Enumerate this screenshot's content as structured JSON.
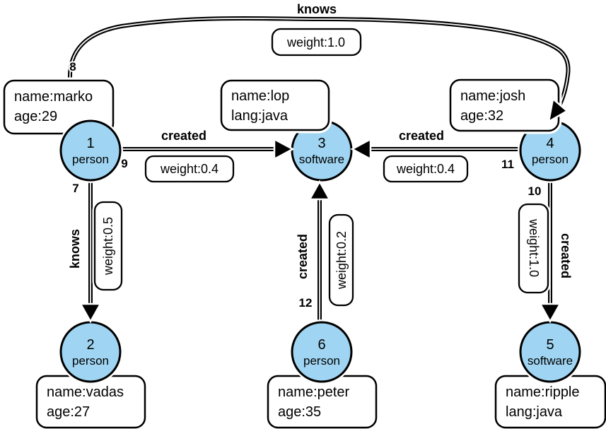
{
  "diagram": {
    "type": "property-graph",
    "nodes": [
      {
        "id": "1",
        "label": "person",
        "properties": [
          "name:marko",
          "age:29"
        ]
      },
      {
        "id": "2",
        "label": "person",
        "properties": [
          "name:vadas",
          "age:27"
        ]
      },
      {
        "id": "3",
        "label": "software",
        "properties": [
          "name:lop",
          "lang:java"
        ]
      },
      {
        "id": "4",
        "label": "person",
        "properties": [
          "name:josh",
          "age:32"
        ]
      },
      {
        "id": "5",
        "label": "software",
        "properties": [
          "name:ripple",
          "lang:java"
        ]
      },
      {
        "id": "6",
        "label": "person",
        "properties": [
          "name:peter",
          "age:35"
        ]
      }
    ],
    "edges": [
      {
        "id": "7",
        "label": "knows",
        "weight": "weight:0.5",
        "from": "1",
        "to": "2"
      },
      {
        "id": "8",
        "label": "knows",
        "weight": "weight:1.0",
        "from": "1",
        "to": "4"
      },
      {
        "id": "9",
        "label": "created",
        "weight": "weight:0.4",
        "from": "1",
        "to": "3"
      },
      {
        "id": "10",
        "label": "created",
        "weight": "weight:1.0",
        "from": "4",
        "to": "5"
      },
      {
        "id": "11",
        "label": "created",
        "weight": "weight:0.4",
        "from": "4",
        "to": "3"
      },
      {
        "id": "12",
        "label": "created",
        "weight": "weight:0.2",
        "from": "6",
        "to": "3"
      }
    ],
    "colors": {
      "node_fill": "#9FD5F2",
      "node_stroke": "#000000",
      "edge_color": "#000000",
      "background": "#ffffff"
    }
  }
}
